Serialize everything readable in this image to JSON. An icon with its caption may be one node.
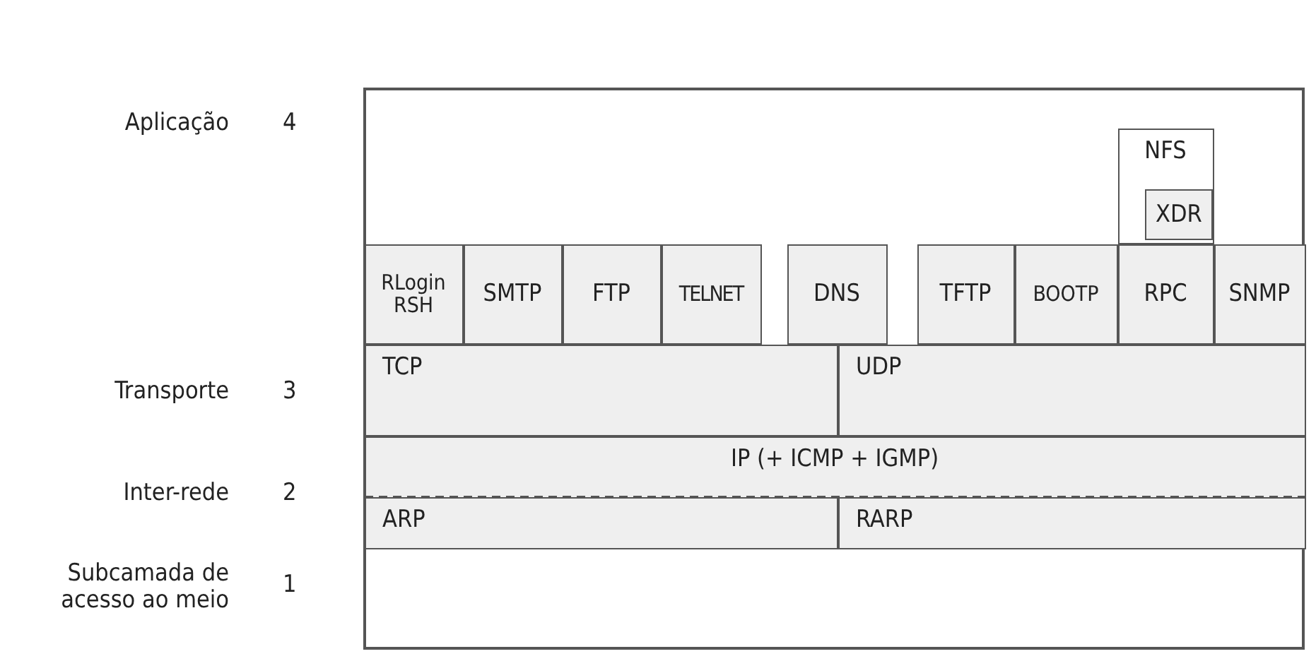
{
  "diagram": {
    "nodes": [
      {
        "text": [],
        "shape": "box"
      },
      {
        "text": [
          "NFS"
        ],
        "in": 0
      },
      {
        "text": [
          "XDR"
        ],
        "in": 1
      },
      {
        "text": [
          "RLogin RSH"
        ],
        "in": 0
      },
      {
        "text": [
          "SMTP"
        ],
        "in": 0
      },
      {
        "text": [
          "FTP"
        ],
        "in": 0
      },
      {
        "text": [
          "TELNET"
        ],
        "in": 0
      },
      {
        "text": [
          "DNS"
        ],
        "in": 0
      },
      {
        "text": [
          "TFTP"
        ],
        "in": 0
      },
      {
        "text": [
          "BOOTP"
        ],
        "in": 0
      },
      {
        "text": [
          "RPC"
        ],
        "in": 0
      },
      {
        "text": [
          "SNMP"
        ],
        "in": 0
      },
      {
        "text": [
          "TCP"
        ],
        "in": 0
      },
      {
        "text": [
          "UDP"
        ],
        "in": 0
      },
      {
        "text": [
          "IP (+ ICMP + IGMP)"
        ],
        "in": 0
      },
      {
        "text": [
          "ARP"
        ],
        "in": 0
      },
      {
        "text": [
          "RARP"
        ],
        "in": 0
      }
    ],
    "labels": [
      "Aplicação",
      "4",
      "Transporte",
      "3",
      "Inter-rede",
      "2",
      "Subcamada de acesso ao meio",
      "1"
    ]
  }
}
